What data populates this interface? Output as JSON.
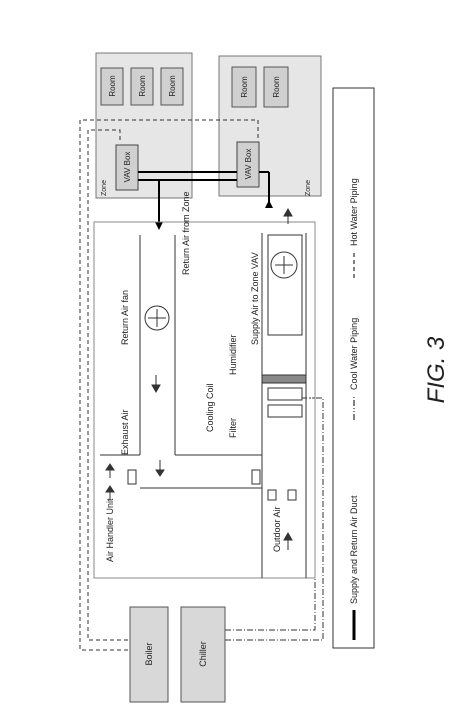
{
  "figure_label": "FIG. 3",
  "rooms": {
    "label": "Room",
    "zone_a": [
      "Room",
      "Room",
      "Room"
    ],
    "zone_b": [
      "Room",
      "Room"
    ]
  },
  "zone_label": "Zone",
  "vav_box_label": "VAV Box",
  "labels": {
    "return_air_from_zone": "Return Air from Zone",
    "return_air_fan": "Return Air fan",
    "supply_air_to_zone_vav": "Supply Air to Zone VAV",
    "humidifier": "Humidifier",
    "exhaust_air": "Exhaust Air",
    "cooling_coil": "Cooling Coil",
    "filter": "Filter",
    "air_handler_unit": "Air Handler Unit",
    "outdoor_air": "Outdoor Air",
    "boiler": "Boiler",
    "chiller": "Chiller"
  },
  "legend": {
    "supply_return_duct": "Supply and Return Air Duct",
    "cool_water_piping": "Cool Water Piping",
    "hot_water_piping": "Hot Water Piping"
  }
}
